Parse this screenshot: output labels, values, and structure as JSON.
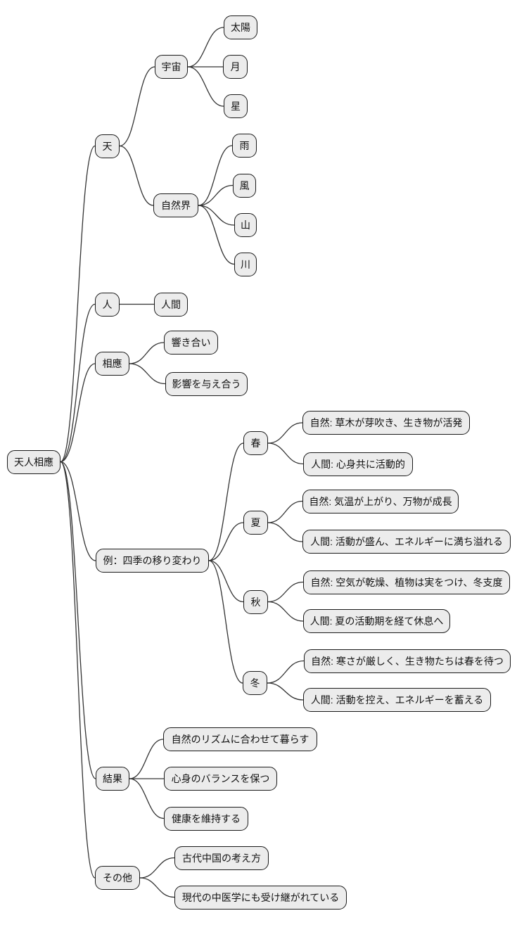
{
  "diagram_type": "mindmap",
  "colors": {
    "node_fill": "#ececec",
    "node_border": "#1a1a1a",
    "edge": "#333333",
    "background": "#ffffff"
  },
  "tree": {
    "label": "天人相應",
    "children": [
      {
        "label": "天",
        "children": [
          {
            "label": "宇宙",
            "children": [
              {
                "label": "太陽"
              },
              {
                "label": "月"
              },
              {
                "label": "星"
              }
            ]
          },
          {
            "label": "自然界",
            "children": [
              {
                "label": "雨"
              },
              {
                "label": "風"
              },
              {
                "label": "山"
              },
              {
                "label": "川"
              }
            ]
          }
        ]
      },
      {
        "label": "人",
        "children": [
          {
            "label": "人間"
          }
        ]
      },
      {
        "label": "相應",
        "children": [
          {
            "label": "響き合い"
          },
          {
            "label": "影響を与え合う"
          }
        ]
      },
      {
        "label": "例：四季の移り変わり",
        "children": [
          {
            "label": "春",
            "children": [
              {
                "label": "自然: 草木が芽吹き、生き物が活発"
              },
              {
                "label": "人間: 心身共に活動的"
              }
            ]
          },
          {
            "label": "夏",
            "children": [
              {
                "label": "自然: 気温が上がり、万物が成長"
              },
              {
                "label": "人間: 活動が盛ん、エネルギーに満ち溢れる"
              }
            ]
          },
          {
            "label": "秋",
            "children": [
              {
                "label": "自然: 空気が乾燥、植物は実をつけ、冬支度"
              },
              {
                "label": "人間: 夏の活動期を経て休息へ"
              }
            ]
          },
          {
            "label": "冬",
            "children": [
              {
                "label": "自然: 寒さが厳しく、生き物たちは春を待つ"
              },
              {
                "label": "人間: 活動を控え、エネルギーを蓄える"
              }
            ]
          }
        ]
      },
      {
        "label": "結果",
        "children": [
          {
            "label": "自然のリズムに合わせて暮らす"
          },
          {
            "label": "心身のバランスを保つ"
          },
          {
            "label": "健康を維持する"
          }
        ]
      },
      {
        "label": "その他",
        "children": [
          {
            "label": "古代中国の考え方"
          },
          {
            "label": "現代の中医学にも受け継がれている"
          }
        ]
      }
    ]
  }
}
